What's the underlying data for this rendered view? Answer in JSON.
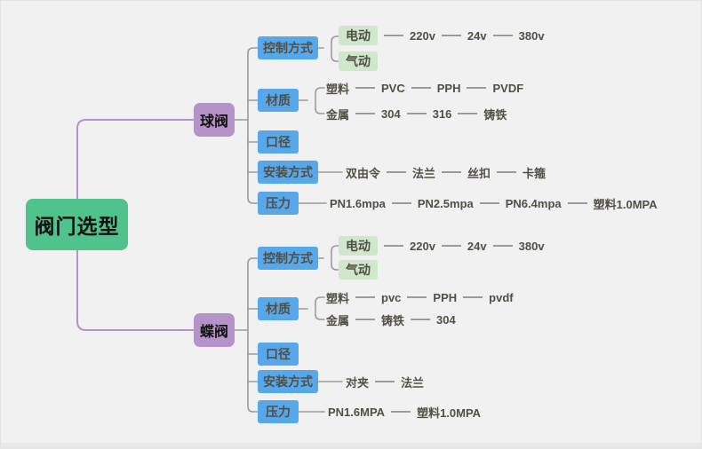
{
  "colors": {
    "canvas_bg": "#f1f1f1",
    "root_bg": "#50c28c",
    "branch_bg": "#b593c8",
    "category_bg": "#57a8ea",
    "leaf_bg": "#cfe8cb",
    "line": "#9b9b9b",
    "branch_line": "#b593c8",
    "text_dark": "#514f45",
    "text_black": "#111111"
  },
  "root": {
    "label": "阀门选型"
  },
  "ball": {
    "label": "球阀",
    "control": {
      "label": "控制方式",
      "electric": {
        "label": "电动",
        "chain": [
          "220v",
          "24v",
          "380v"
        ]
      },
      "pneumatic": {
        "label": "气动"
      }
    },
    "material": {
      "label": "材质",
      "plastic": {
        "label": "塑料",
        "chain": [
          "PVC",
          "PPH",
          "PVDF"
        ]
      },
      "metal": {
        "label": "金属",
        "chain": [
          "304",
          "316",
          "铸铁"
        ]
      }
    },
    "diameter": {
      "label": "口径"
    },
    "install": {
      "label": "安装方式",
      "chain": [
        "双由令",
        "法兰",
        "丝扣",
        "卡箍"
      ]
    },
    "pressure": {
      "label": "压力",
      "chain": [
        "PN1.6mpa",
        "PN2.5mpa",
        "PN6.4mpa",
        "塑料1.0MPA"
      ]
    }
  },
  "butterfly": {
    "label": "蝶阀",
    "control": {
      "label": "控制方式",
      "electric": {
        "label": "电动",
        "chain": [
          "220v",
          "24v",
          "380v"
        ]
      },
      "pneumatic": {
        "label": "气动"
      }
    },
    "material": {
      "label": "材质",
      "plastic": {
        "label": "塑料",
        "chain": [
          "pvc",
          "PPH",
          "pvdf"
        ]
      },
      "metal": {
        "label": "金属",
        "chain": [
          "铸铁",
          "304"
        ]
      }
    },
    "diameter": {
      "label": "口径"
    },
    "install": {
      "label": "安装方式",
      "chain": [
        "对夹",
        "法兰"
      ]
    },
    "pressure": {
      "label": "压力",
      "chain": [
        "PN1.6MPA",
        "塑料1.0MPA"
      ]
    }
  }
}
